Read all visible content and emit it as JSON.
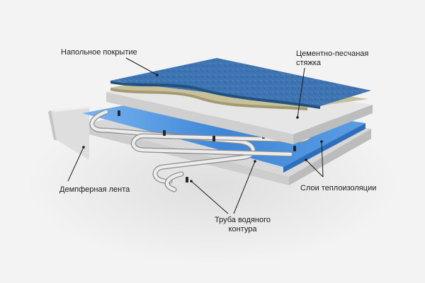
{
  "labels": {
    "floor_covering": "Напольное покрытие",
    "screed": "Цементно-песчаная\nстяжка",
    "damper_tape": "Демпферная лента",
    "insulation_layers": "Слои теплоизоляции",
    "pipe": "Труба водяного\nконтура"
  },
  "colors": {
    "background": "#f3f3f3",
    "floor_tile": "#3c73b0",
    "screed": "#c8c09a",
    "concrete": "#dcdcdc",
    "insulation": "#3d86d8",
    "pipe": "#e2e2e2",
    "leader_line": "#1a1a1a"
  }
}
